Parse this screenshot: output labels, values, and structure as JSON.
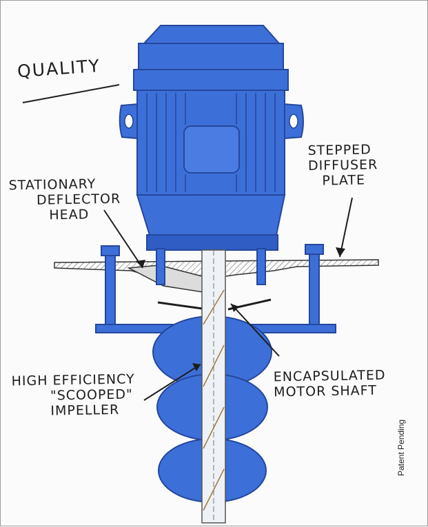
{
  "colors": {
    "motor_blue": "#3d6fd8",
    "motor_dark": "#24479c",
    "motor_light": "#5b8aea",
    "ink": "#1d1d1d",
    "shaft": "#eef1f6"
  },
  "title": "QUALITY",
  "labels": {
    "stationary_deflector_head": [
      "STATIONARY",
      "DEFLECTOR",
      "HEAD"
    ],
    "stepped_diffuser_plate": [
      "STEPPED",
      "DIFFUSER",
      "PLATE"
    ],
    "high_efficiency_impeller": [
      "HIGH EFFICIENCY",
      "\"SCOOPED\"",
      "IMPELLER"
    ],
    "encapsulated_motor_shaft": [
      "ENCAPSULATED",
      "MOTOR SHAFT"
    ]
  },
  "patent_note": "Patent Pending"
}
